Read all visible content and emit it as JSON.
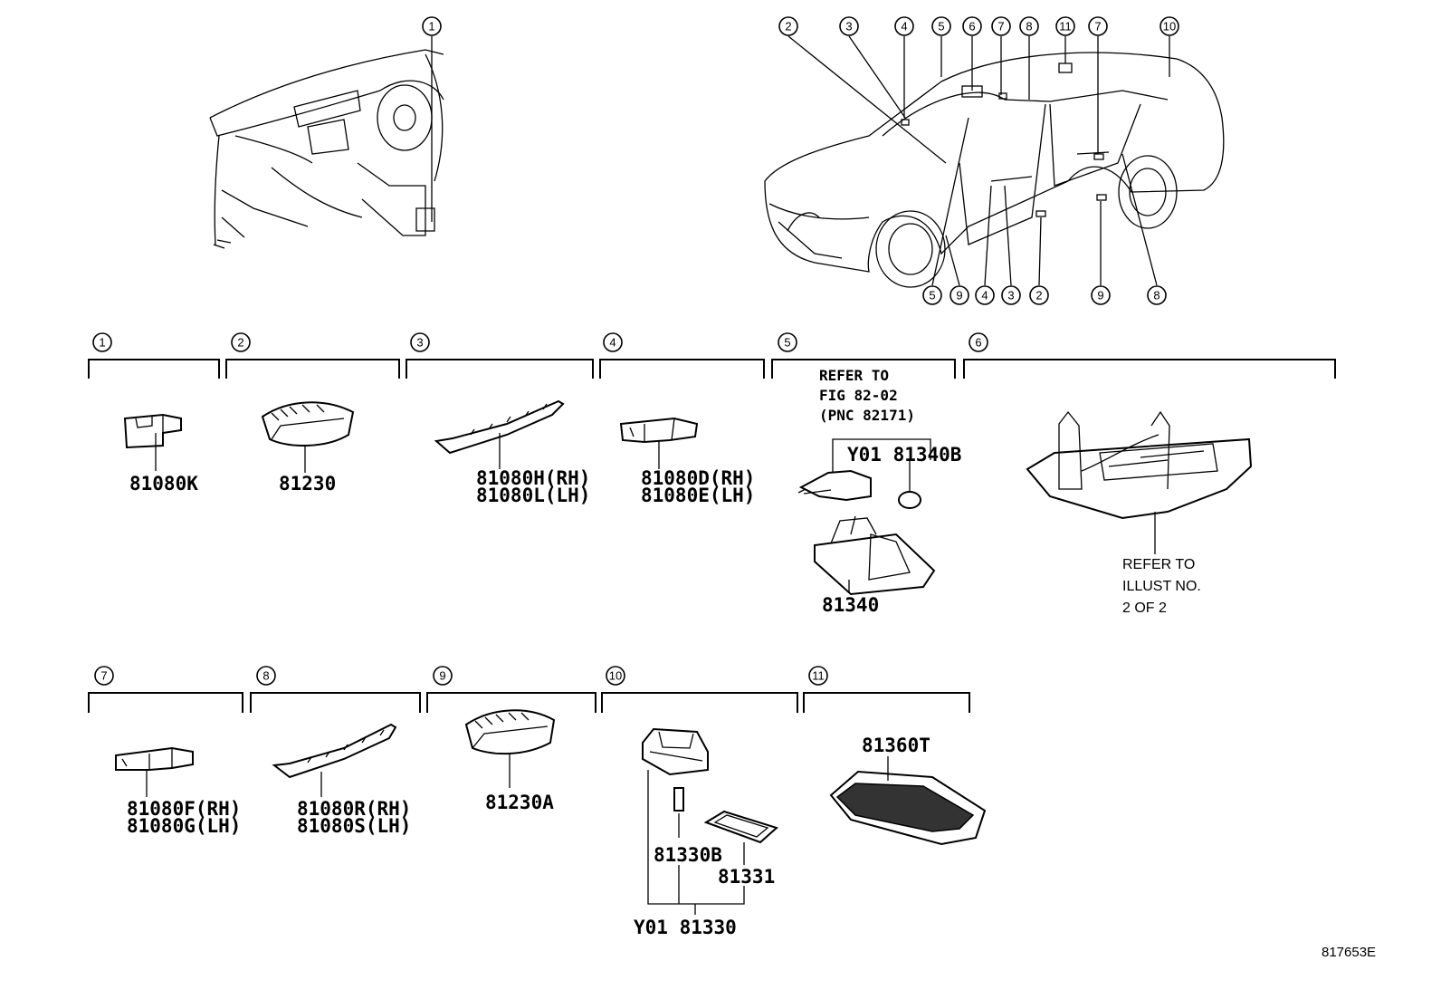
{
  "callout_numbers": [
    "1",
    "2",
    "3",
    "4",
    "5",
    "6",
    "7",
    "8",
    "9",
    "10",
    "11"
  ],
  "groups": [
    {
      "id": "1",
      "parts": [
        "81080K"
      ]
    },
    {
      "id": "2",
      "parts": [
        "81230"
      ]
    },
    {
      "id": "3",
      "parts": [
        "81080H(RH)",
        "81080L(LH)"
      ]
    },
    {
      "id": "4",
      "parts": [
        "81080D(RH)",
        "81080E(LH)"
      ]
    },
    {
      "id": "5",
      "note": [
        "REFER TO",
        "FIG 82-02",
        "(PNC 82171)"
      ],
      "parts": [
        "Y01 81340B",
        "81340"
      ]
    },
    {
      "id": "6",
      "note": [
        "REFER TO",
        "ILLUST NO.",
        "2 OF 2"
      ]
    },
    {
      "id": "7",
      "parts": [
        "81080F(RH)",
        "81080G(LH)"
      ]
    },
    {
      "id": "8",
      "parts": [
        "81080R(RH)",
        "81080S(LH)"
      ]
    },
    {
      "id": "9",
      "parts": [
        "81230A"
      ]
    },
    {
      "id": "10",
      "parts": [
        "81330B",
        "81331",
        "Y01 81330"
      ]
    },
    {
      "id": "11",
      "parts": [
        "81360T"
      ]
    }
  ],
  "illustration_id": "817653E"
}
